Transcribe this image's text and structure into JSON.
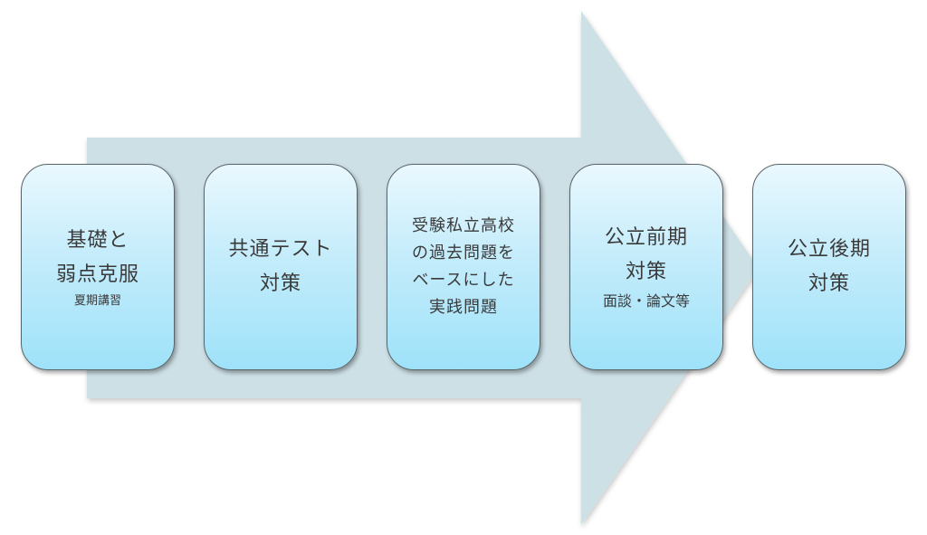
{
  "colors": {
    "arrow_fill": "#cde0e6",
    "box_gradient_top": "#eaf8fe",
    "box_gradient_bottom": "#9ee2f9",
    "box_border": "#5a6468",
    "text": "#3a3a3a"
  },
  "steps": [
    {
      "main": [
        "基礎と",
        "弱点克服"
      ],
      "sub": [
        "夏期講習"
      ]
    },
    {
      "main": [
        "共通テスト",
        "対策"
      ],
      "sub": []
    },
    {
      "main": [
        "受験私立高校",
        "の過去問題を",
        "ベースにした",
        "実践問題"
      ],
      "sub": []
    },
    {
      "main": [
        "公立前期",
        "対策"
      ],
      "sub": [
        "面談・論文等"
      ]
    },
    {
      "main": [
        "公立後期",
        "対策"
      ],
      "sub": []
    }
  ]
}
